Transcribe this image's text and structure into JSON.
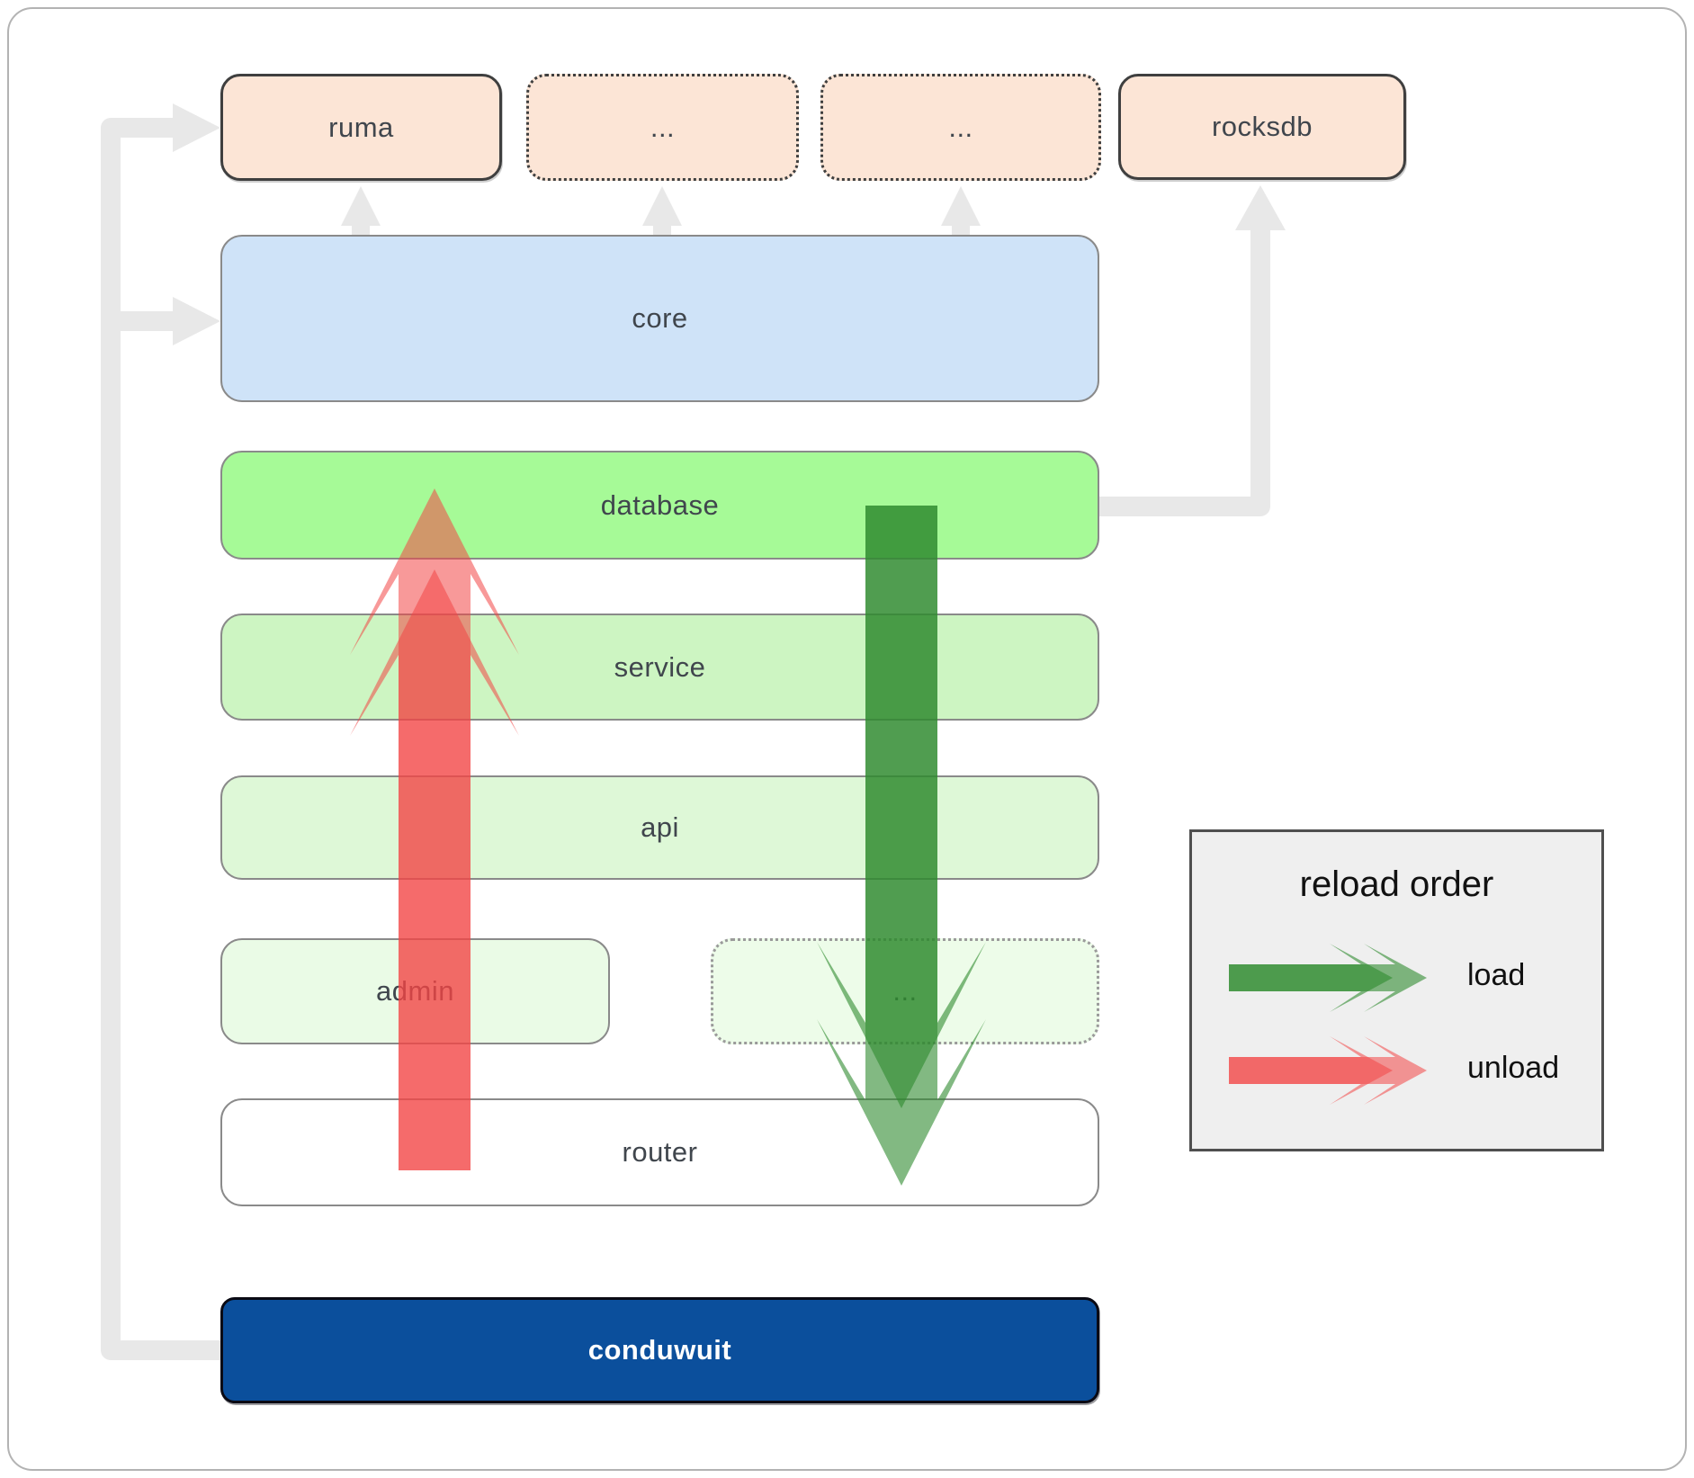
{
  "nodes": {
    "ruma": "ruma",
    "ellipsis_top_1": "...",
    "ellipsis_top_2": "...",
    "rocksdb": "rocksdb",
    "core": "core",
    "database": "database",
    "service": "service",
    "api": "api",
    "admin": "admin",
    "ellipsis_mid": "...",
    "router": "router",
    "conduwuit": "conduwuit"
  },
  "legend": {
    "title": "reload order",
    "load_label": "load",
    "unload_label": "unload"
  },
  "colors": {
    "peach_box": "#fce5d6",
    "core_box": "#cfe3f8",
    "database_box": "#a6fa97",
    "service_box": "#cdf5c2",
    "api_box": "#def8d7",
    "admin_box": "#eafbe6",
    "ellipsis_box": "#edfce9",
    "router_box": "#ffffff",
    "conduwuit_box": "#0b4f9c",
    "load_arrow": "#2e8b2e",
    "unload_arrow": "#f24646",
    "connector_gray": "#e8e8e8",
    "legend_bg": "#efefef"
  }
}
